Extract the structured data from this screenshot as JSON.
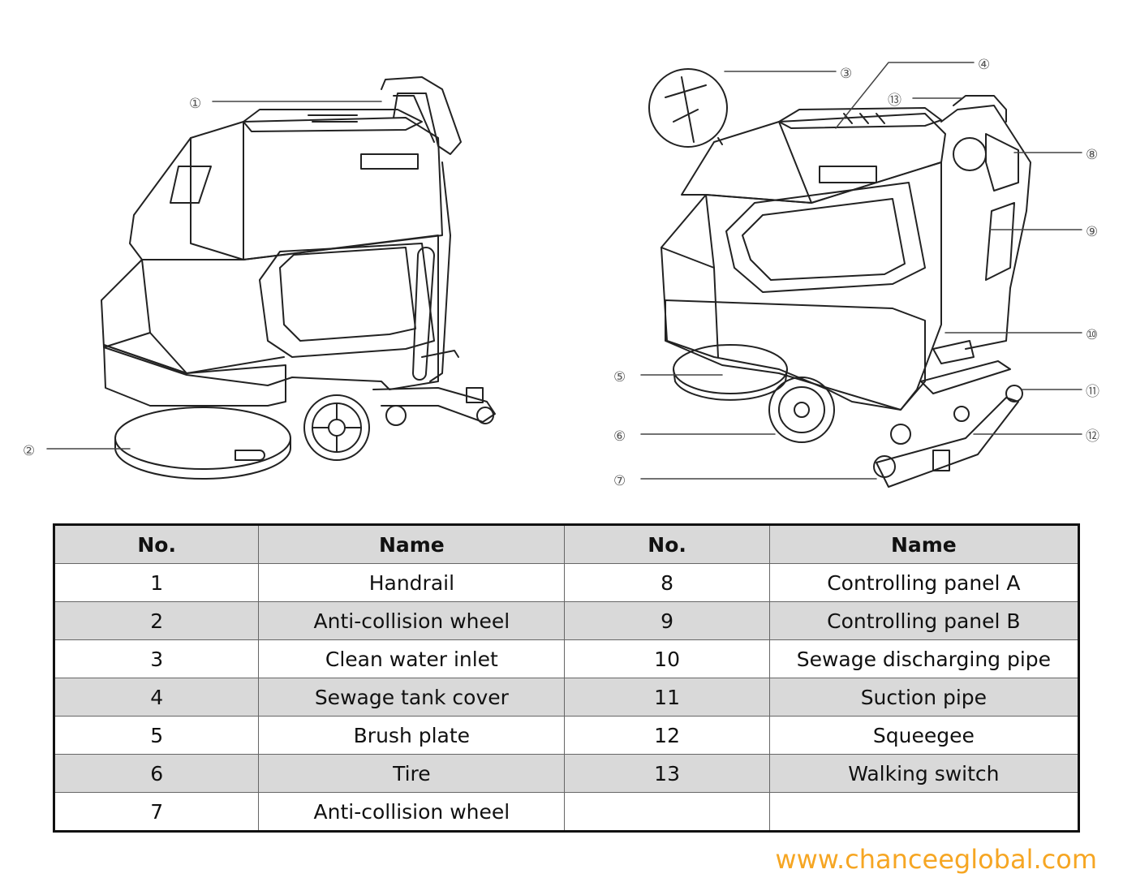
{
  "callouts": [
    "①",
    "②",
    "③",
    "④",
    "⑬",
    "⑧",
    "⑨",
    "⑩",
    "⑤",
    "⑪",
    "⑥",
    "⑫",
    "⑦"
  ],
  "table": {
    "headers": [
      "No.",
      "Name",
      "No.",
      "Name"
    ],
    "rows": [
      [
        "1",
        "Handrail",
        "8",
        "Controlling panel A"
      ],
      [
        "2",
        "Anti-collision wheel",
        "9",
        "Controlling panel B"
      ],
      [
        "3",
        "Clean water inlet",
        "10",
        "Sewage discharging pipe"
      ],
      [
        "4",
        "Sewage tank cover",
        "11",
        "Suction pipe"
      ],
      [
        "5",
        "Brush plate",
        "12",
        "Squeegee"
      ],
      [
        "6",
        "Tire",
        "13",
        "Walking switch"
      ],
      [
        "7",
        "Anti-collision wheel",
        "",
        ""
      ]
    ]
  },
  "watermark": "www.chanceeglobal.com",
  "colors": {
    "watermark": "#f6a623",
    "row_shade": "#d9d9d9",
    "line": "#222222"
  }
}
